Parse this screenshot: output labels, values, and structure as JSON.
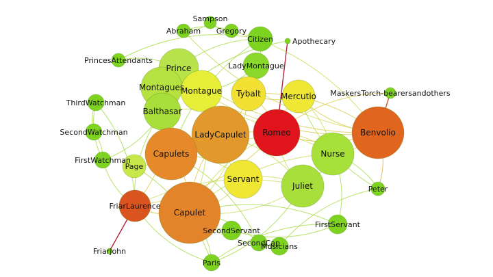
{
  "graph": {
    "nodes": [
      {
        "id": "abraham",
        "label": "Abraham",
        "color": "#7ed321"
      },
      {
        "id": "sampson",
        "label": "Sampson",
        "color": "#7ed321"
      },
      {
        "id": "gregory",
        "label": "Gregory",
        "color": "#7ed321"
      },
      {
        "id": "citizen",
        "label": "Citizen",
        "color": "#7ed321"
      },
      {
        "id": "apothecary",
        "label": "Apothecary",
        "color": "#7ed321"
      },
      {
        "id": "princesattendants",
        "label": "PrincesAttendants",
        "color": "#7ed321"
      },
      {
        "id": "prince",
        "label": "Prince",
        "color": "#b8e34a"
      },
      {
        "id": "ladymontague",
        "label": "LadyMontague",
        "color": "#8ad92a"
      },
      {
        "id": "montagues",
        "label": "Montagues",
        "color": "#b5e240"
      },
      {
        "id": "montague",
        "label": "Montague",
        "color": "#e6ee38"
      },
      {
        "id": "tybalt",
        "label": "Tybalt",
        "color": "#f2e133"
      },
      {
        "id": "mercutio",
        "label": "Mercutio",
        "color": "#efe733"
      },
      {
        "id": "maskers",
        "label": "MaskersTorch-bearersandothers",
        "color": "#7ed321"
      },
      {
        "id": "thirdwatchman",
        "label": "ThirdWatchman",
        "color": "#7ed321"
      },
      {
        "id": "balthasar",
        "label": "Balthasar",
        "color": "#a8df3a"
      },
      {
        "id": "ladycapulet",
        "label": "LadyCapulet",
        "color": "#e2982a"
      },
      {
        "id": "romeo",
        "label": "Romeo",
        "color": "#e0141c"
      },
      {
        "id": "benvolio",
        "label": "Benvolio",
        "color": "#e0661f"
      },
      {
        "id": "secondwatchman",
        "label": "SecondWatchman",
        "color": "#7ed321"
      },
      {
        "id": "capulets",
        "label": "Capulets",
        "color": "#e6892a"
      },
      {
        "id": "nurse",
        "label": "Nurse",
        "color": "#a8e03a"
      },
      {
        "id": "firstwatchman",
        "label": "FirstWatchman",
        "color": "#7ed321"
      },
      {
        "id": "page",
        "label": "Page",
        "color": "#c8e84a"
      },
      {
        "id": "servant",
        "label": "Servant",
        "color": "#efe733"
      },
      {
        "id": "juliet",
        "label": "Juliet",
        "color": "#a8df3a"
      },
      {
        "id": "peter",
        "label": "Peter",
        "color": "#7ed321"
      },
      {
        "id": "friarlaurence",
        "label": "FriarLaurence",
        "color": "#d9541f"
      },
      {
        "id": "capulet",
        "label": "Capulet",
        "color": "#e3832a"
      },
      {
        "id": "secondservant",
        "label": "SecondServant",
        "color": "#7ed321"
      },
      {
        "id": "firstservant",
        "label": "FirstServant",
        "color": "#7ed321"
      },
      {
        "id": "secondcap",
        "label": "SecondCap",
        "color": "#7ed321"
      },
      {
        "id": "musicians",
        "label": "Musicians",
        "color": "#7ed321"
      },
      {
        "id": "friarjohn",
        "label": "FriarJohn",
        "color": "#7ed321"
      },
      {
        "id": "paris",
        "label": "Paris",
        "color": "#7ed321"
      }
    ],
    "edges": [
      {
        "from": "romeo",
        "to": "apothecary",
        "color": "#b0243a"
      },
      {
        "from": "friarlaurence",
        "to": "friarjohn",
        "color": "#b0243a"
      },
      {
        "from": "benvolio",
        "to": "maskers",
        "color": "#c9602a"
      },
      {
        "from": "benvolio",
        "to": "peter",
        "color": "#d9a23a"
      },
      {
        "from": "romeo",
        "to": "juliet",
        "color": "#c8d84a"
      },
      {
        "from": "romeo",
        "to": "nurse",
        "color": "#c8d84a"
      },
      {
        "from": "romeo",
        "to": "benvolio",
        "color": "#d7c73c"
      },
      {
        "from": "romeo",
        "to": "mercutio",
        "color": "#d7c73c"
      },
      {
        "from": "romeo",
        "to": "tybalt",
        "color": "#d7c73c"
      },
      {
        "from": "romeo",
        "to": "ladycapulet",
        "color": "#c8d84a"
      },
      {
        "from": "romeo",
        "to": "capulet",
        "color": "#c8d84a"
      },
      {
        "from": "romeo",
        "to": "friarlaurence",
        "color": "#d7c73c"
      },
      {
        "from": "juliet",
        "to": "nurse",
        "color": "#9fd83a"
      },
      {
        "from": "juliet",
        "to": "capulet",
        "color": "#c8d84a"
      },
      {
        "from": "juliet",
        "to": "ladycapulet",
        "color": "#c8d84a"
      },
      {
        "from": "juliet",
        "to": "paris",
        "color": "#9fd83a"
      },
      {
        "from": "juliet",
        "to": "friarlaurence",
        "color": "#c8d84a"
      },
      {
        "from": "capulet",
        "to": "ladycapulet",
        "color": "#e2c43a"
      },
      {
        "from": "capulet",
        "to": "capulets",
        "color": "#e2c43a"
      },
      {
        "from": "capulet",
        "to": "paris",
        "color": "#9fd83a"
      },
      {
        "from": "capulet",
        "to": "servant",
        "color": "#c8d84a"
      },
      {
        "from": "capulet",
        "to": "nurse",
        "color": "#c8d84a"
      },
      {
        "from": "capulet",
        "to": "tybalt",
        "color": "#c8d84a"
      },
      {
        "from": "capulet",
        "to": "friarlaurence",
        "color": "#d7c73c"
      },
      {
        "from": "capulet",
        "to": "secondservant",
        "color": "#9fd83a"
      },
      {
        "from": "capulet",
        "to": "firstservant",
        "color": "#9fd83a"
      },
      {
        "from": "capulet",
        "to": "musicians",
        "color": "#9fd83a"
      },
      {
        "from": "capulet",
        "to": "secondcap",
        "color": "#9fd83a"
      },
      {
        "from": "capulet",
        "to": "montague",
        "color": "#c8d84a"
      },
      {
        "from": "ladycapulet",
        "to": "capulets",
        "color": "#e2c43a"
      },
      {
        "from": "ladycapulet",
        "to": "tybalt",
        "color": "#d7c73c"
      },
      {
        "from": "ladycapulet",
        "to": "montague",
        "color": "#c8d84a"
      },
      {
        "from": "ladycapulet",
        "to": "prince",
        "color": "#c8d84a"
      },
      {
        "from": "ladycapulet",
        "to": "nurse",
        "color": "#c8d84a"
      },
      {
        "from": "ladycapulet",
        "to": "servant",
        "color": "#c8d84a"
      },
      {
        "from": "montague",
        "to": "montagues",
        "color": "#c8d84a"
      },
      {
        "from": "montague",
        "to": "ladymontague",
        "color": "#9fd83a"
      },
      {
        "from": "montague",
        "to": "prince",
        "color": "#9fd83a"
      },
      {
        "from": "montague",
        "to": "benvolio",
        "color": "#d7c73c"
      },
      {
        "from": "montagues",
        "to": "balthasar",
        "color": "#9fd83a"
      },
      {
        "from": "montagues",
        "to": "prince",
        "color": "#9fd83a"
      },
      {
        "from": "montagues",
        "to": "capulets",
        "color": "#c8d84a"
      },
      {
        "from": "prince",
        "to": "princesattendants",
        "color": "#9fd83a"
      },
      {
        "from": "prince",
        "to": "citizen",
        "color": "#9fd83a"
      },
      {
        "from": "prince",
        "to": "benvolio",
        "color": "#d7c73c"
      },
      {
        "from": "prince",
        "to": "friarlaurence",
        "color": "#d7c73c"
      },
      {
        "from": "tybalt",
        "to": "mercutio",
        "color": "#d7c73c"
      },
      {
        "from": "tybalt",
        "to": "benvolio",
        "color": "#d7c73c"
      },
      {
        "from": "mercutio",
        "to": "benvolio",
        "color": "#d7c73c"
      },
      {
        "from": "mercutio",
        "to": "nurse",
        "color": "#c8d84a"
      },
      {
        "from": "mercutio",
        "to": "peter",
        "color": "#9fd83a"
      },
      {
        "from": "nurse",
        "to": "peter",
        "color": "#9fd83a"
      },
      {
        "from": "nurse",
        "to": "benvolio",
        "color": "#d7c73c"
      },
      {
        "from": "nurse",
        "to": "firstservant",
        "color": "#9fd83a"
      },
      {
        "from": "servant",
        "to": "capulets",
        "color": "#c8d84a"
      },
      {
        "from": "page",
        "to": "paris",
        "color": "#9fd83a"
      },
      {
        "from": "page",
        "to": "capulets",
        "color": "#c8d84a"
      },
      {
        "from": "friarlaurence",
        "to": "firstwatchman",
        "color": "#9fd83a"
      },
      {
        "from": "friarlaurence",
        "to": "paris",
        "color": "#9fd83a"
      },
      {
        "from": "friarlaurence",
        "to": "balthasar",
        "color": "#9fd83a"
      },
      {
        "from": "firstwatchman",
        "to": "secondwatchman",
        "color": "#9fd83a"
      },
      {
        "from": "firstwatchman",
        "to": "thirdwatchman",
        "color": "#9fd83a"
      },
      {
        "from": "firstwatchman",
        "to": "balthasar",
        "color": "#9fd83a"
      },
      {
        "from": "secondwatchman",
        "to": "thirdwatchman",
        "color": "#9fd83a"
      },
      {
        "from": "sampson",
        "to": "gregory",
        "color": "#9fd83a"
      },
      {
        "from": "sampson",
        "to": "abraham",
        "color": "#9fd83a"
      },
      {
        "from": "gregory",
        "to": "abraham",
        "color": "#9fd83a"
      },
      {
        "from": "gregory",
        "to": "benvolio",
        "color": "#c8d84a"
      },
      {
        "from": "abraham",
        "to": "benvolio",
        "color": "#c8d84a"
      },
      {
        "from": "citizen",
        "to": "ladymontague",
        "color": "#9fd83a"
      },
      {
        "from": "citizen",
        "to": "capulets",
        "color": "#9fd83a"
      },
      {
        "from": "balthasar",
        "to": "romeo",
        "color": "#c8d84a"
      },
      {
        "from": "secondservant",
        "to": "firstservant",
        "color": "#9fd83a"
      },
      {
        "from": "musicians",
        "to": "peter",
        "color": "#9fd83a"
      },
      {
        "from": "secondcap",
        "to": "capulets",
        "color": "#9fd83a"
      },
      {
        "from": "princesattendants",
        "to": "citizen",
        "color": "#9fd83a"
      },
      {
        "from": "apothecary",
        "to": "balthasar",
        "color": "#9fd83a"
      },
      {
        "from": "paris",
        "to": "firstservant",
        "color": "#9fd83a"
      },
      {
        "from": "juliet",
        "to": "servant",
        "color": "#c8d84a"
      },
      {
        "from": "thirdwatchman",
        "to": "friarlaurence",
        "color": "#9fd83a"
      },
      {
        "from": "maskers",
        "to": "romeo",
        "color": "#d7c73c"
      }
    ]
  }
}
